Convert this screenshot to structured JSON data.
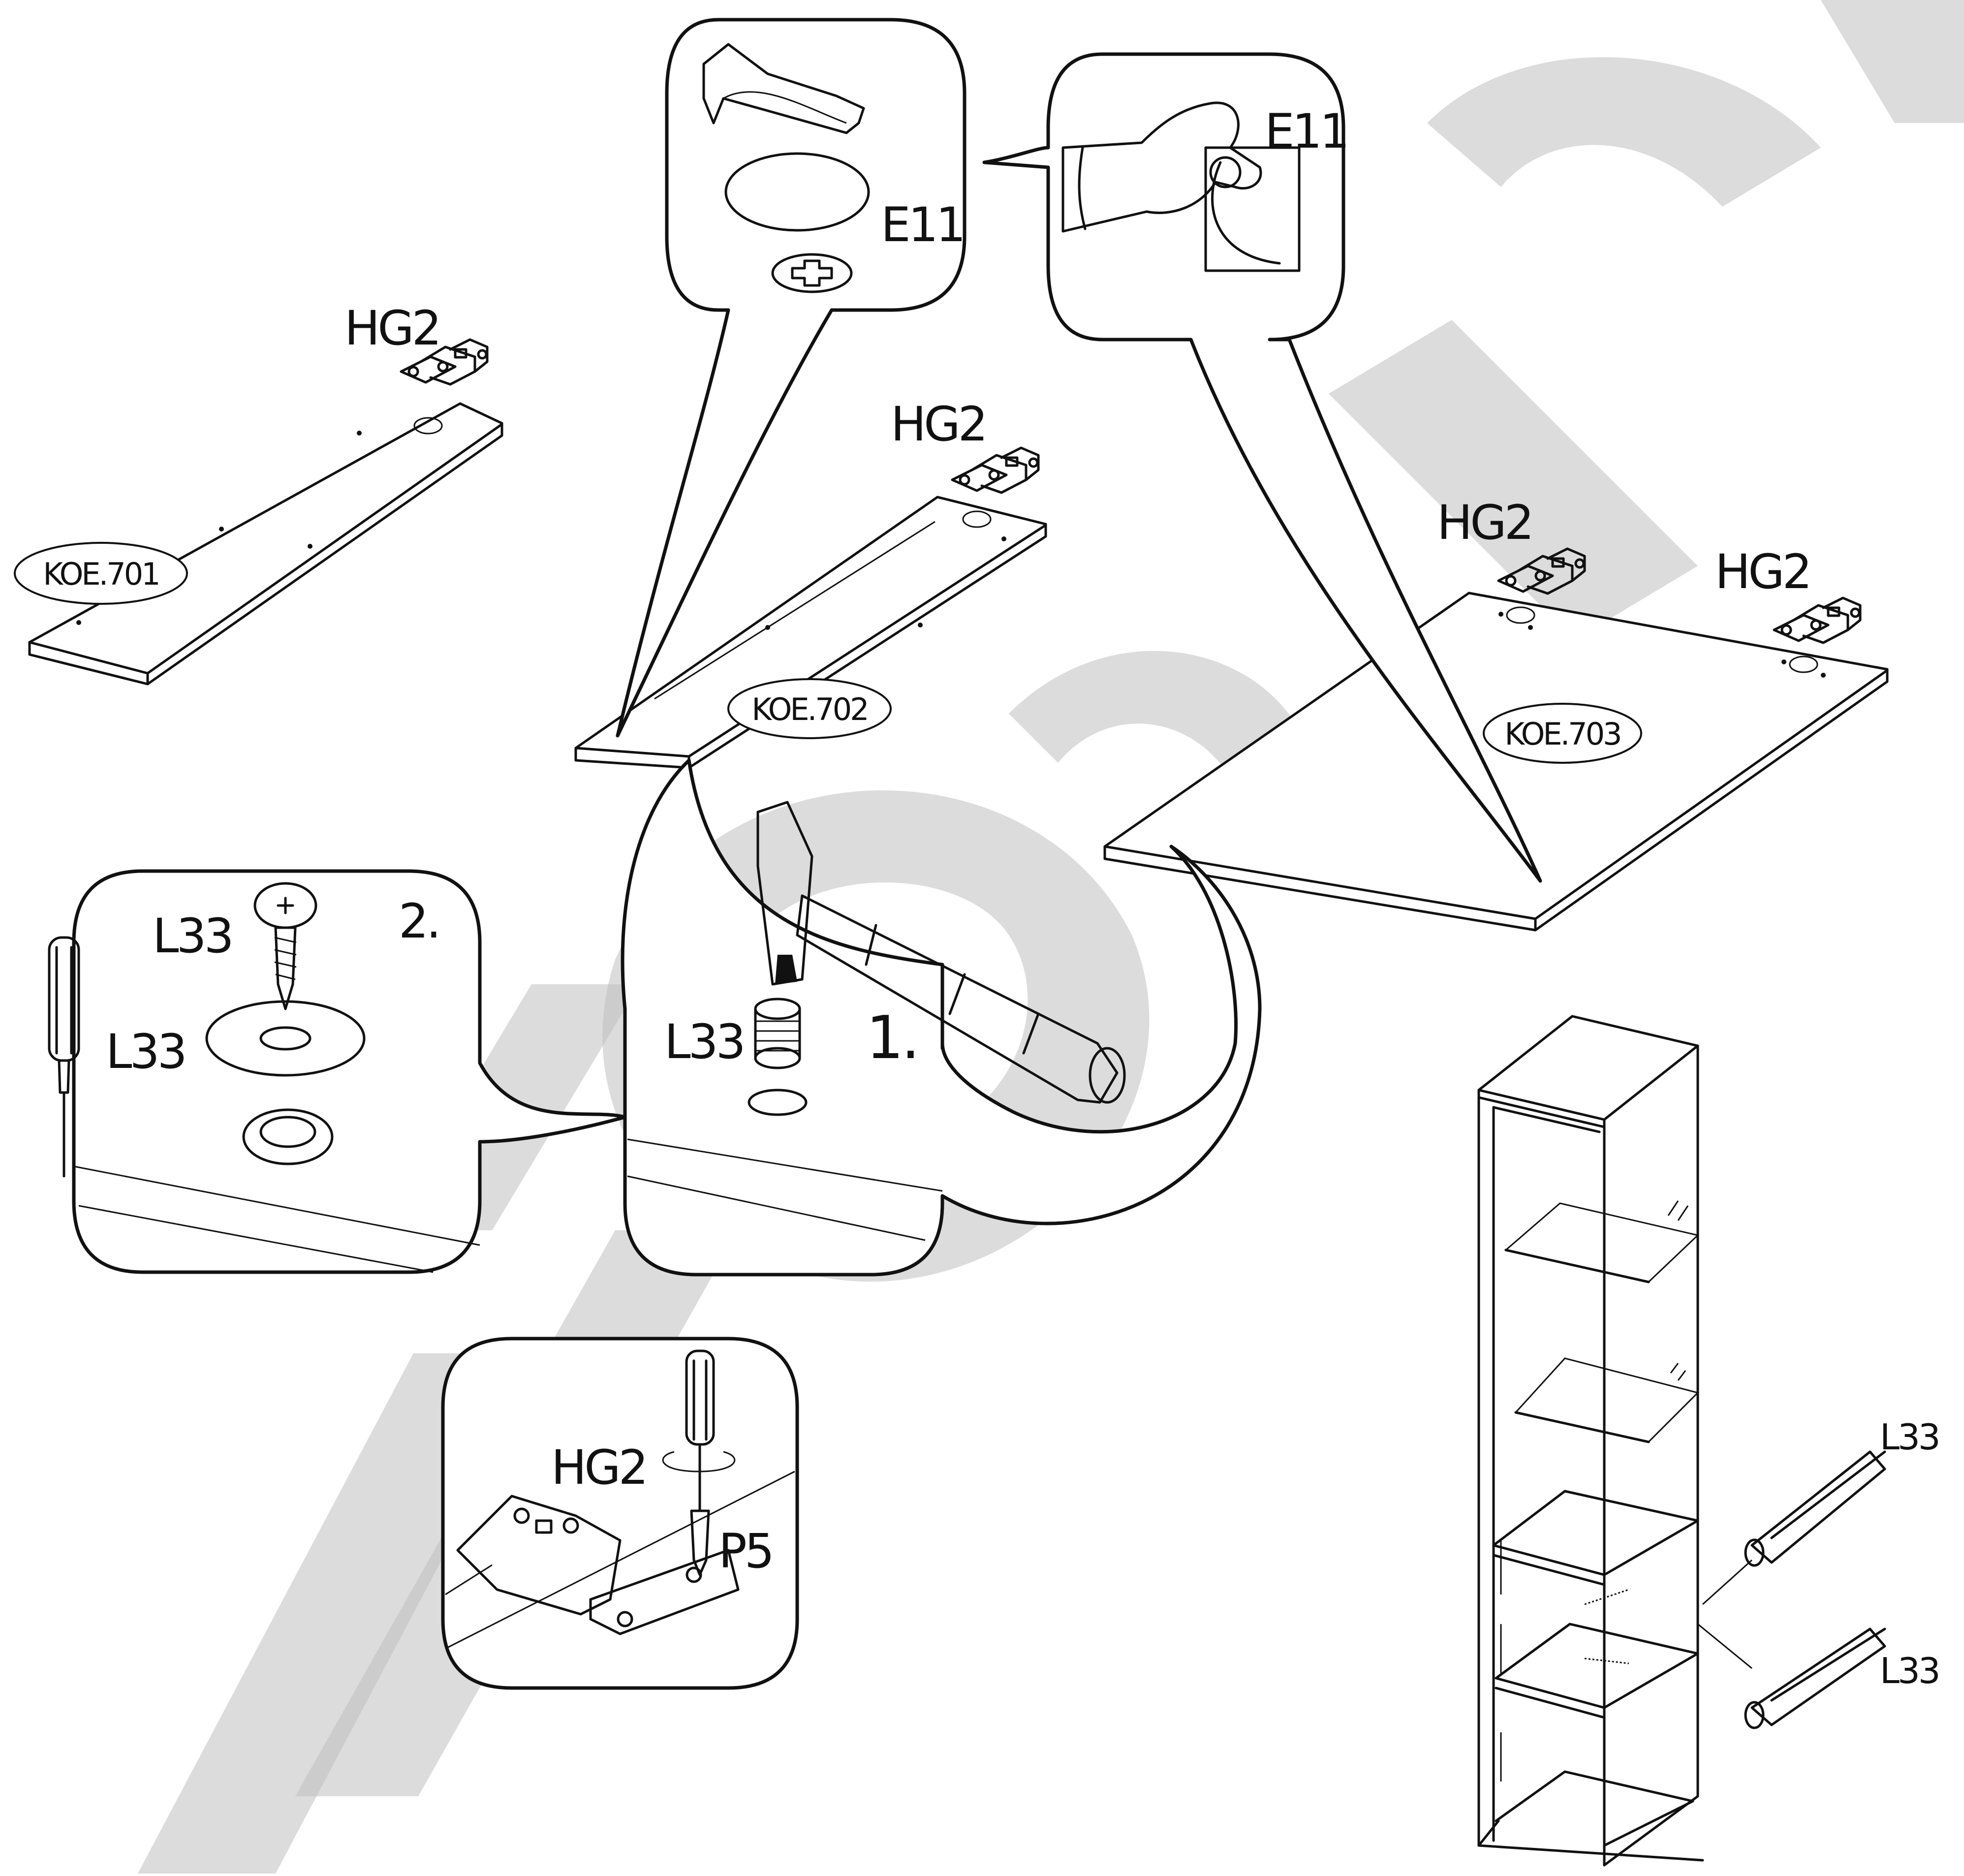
{
  "panels": {
    "koe701": "KOE.701",
    "koe702": "KOE.702",
    "koe703": "KOE.703"
  },
  "hinge_label": "HG2",
  "sticker_label": "E11",
  "fitting_label": "L33",
  "screw_label": "P5",
  "steps": {
    "step1": "1.",
    "step2": "2."
  },
  "icons": {
    "hinge": "hinge-icon",
    "hammer": "hammer-icon",
    "screwdriver": "screwdriver-icon",
    "screw": "screw-icon",
    "sticker": "sticker-cap-icon",
    "hand": "hand-icon",
    "cabinet": "cabinet-icon",
    "dowel": "dowel-icon"
  },
  "watermark_color": "#bfbfbf"
}
